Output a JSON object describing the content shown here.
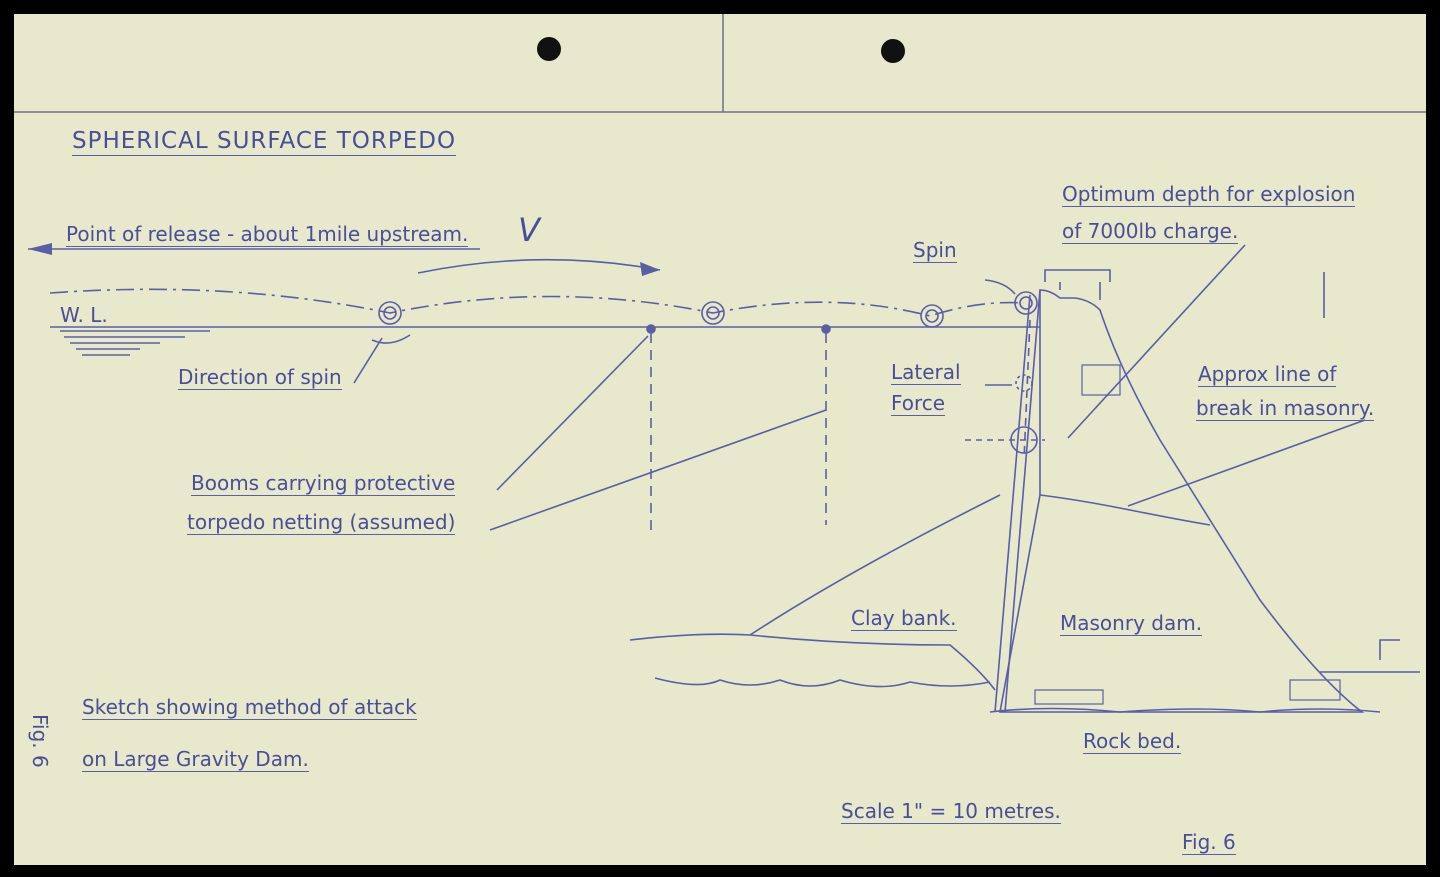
{
  "colors": {
    "paper": "#e8e8cc",
    "ink": "#5a5ea4",
    "border": "#000000"
  },
  "title": "SPHERICAL SURFACE TORPEDO",
  "labels": {
    "release": "Point of release - about 1mile upstream.",
    "velocity": "V",
    "wl": "W. L.",
    "direction_of_spin": "Direction of spin",
    "spin": "Spin",
    "optimum_line1": "Optimum depth for explosion",
    "optimum_line2": "of 7000lb charge.",
    "lateral_line1": "Lateral",
    "lateral_line2": "Force",
    "approx_line1": "Approx line of",
    "approx_line2": "break in masonry.",
    "booms_line1": "Booms carrying protective",
    "booms_line2": "torpedo netting (assumed)",
    "clay_bank": "Clay bank.",
    "masonry_dam": "Masonry dam.",
    "rock_bed": "Rock bed.",
    "sketch_line1": "Sketch showing method of attack",
    "sketch_line2": "on Large Gravity Dam.",
    "scale": "Scale 1\" = 10 metres.",
    "fig_bottom": "Fig. 6",
    "fig_side": "Fig. 6"
  }
}
